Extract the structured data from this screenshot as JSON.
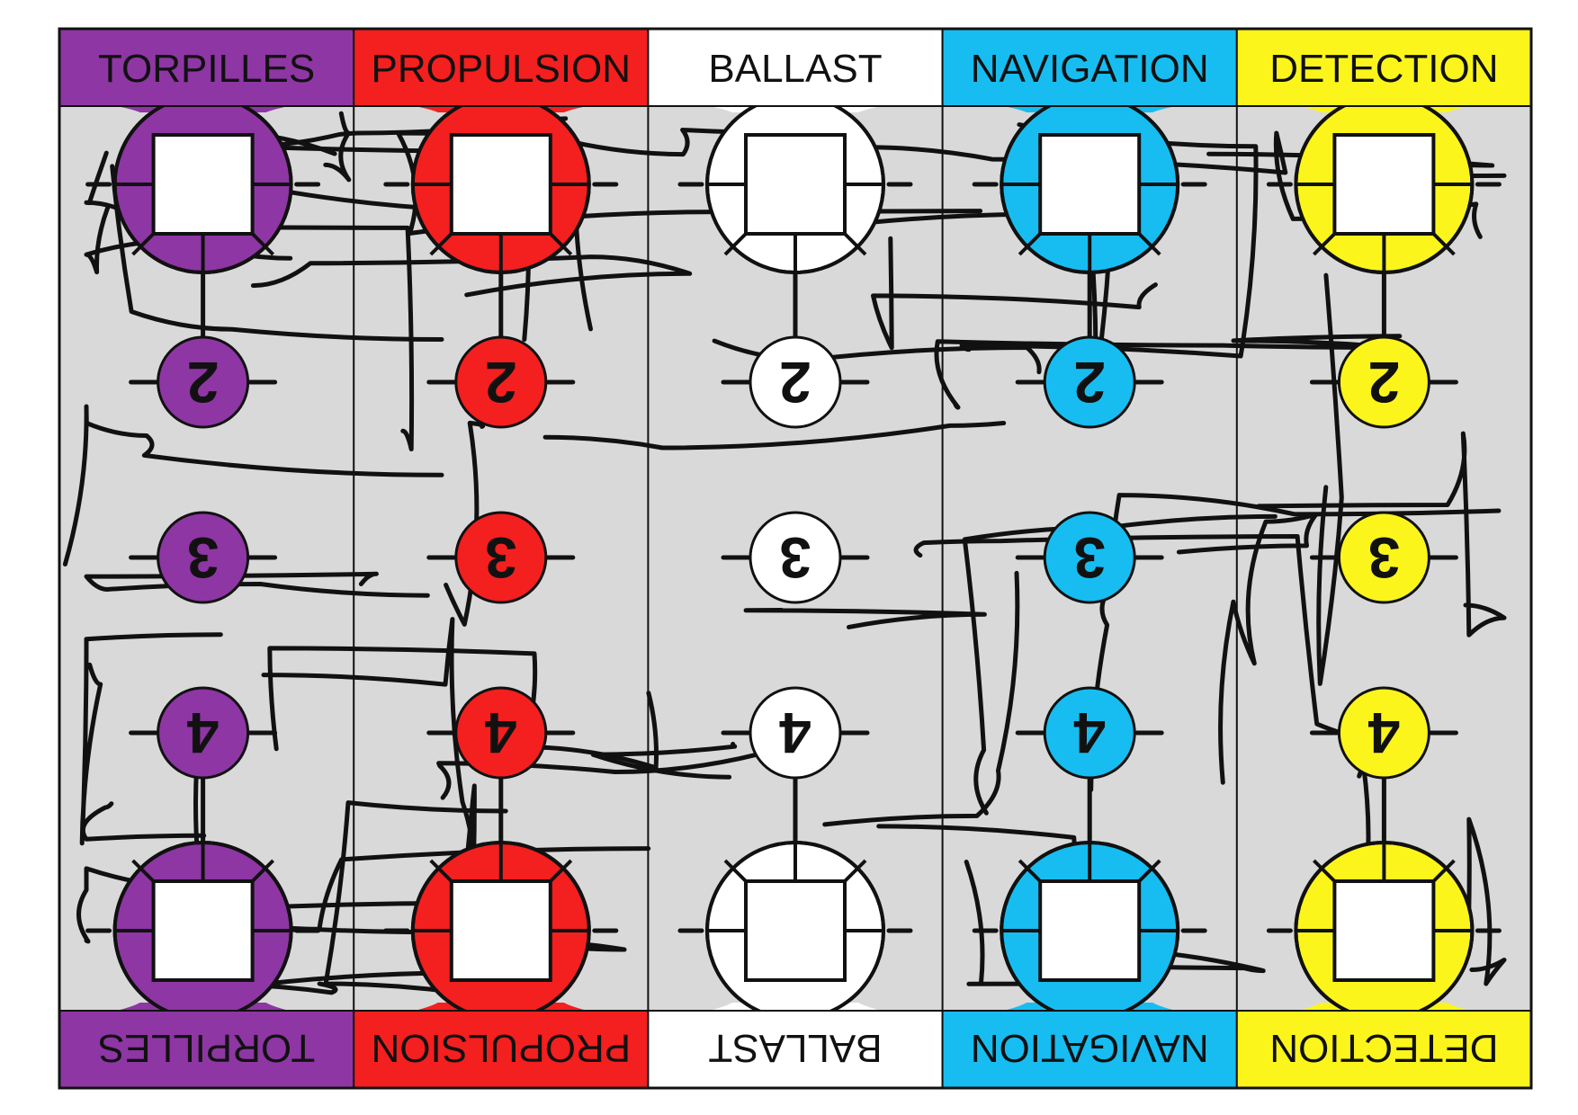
{
  "board": {
    "background": "#d9d9d9",
    "line_color": "#111111",
    "columns": [
      {
        "key": "torpilles",
        "top_label": "TORPILLES",
        "bottom_label": "TORPILLES",
        "color": "#8e36a4",
        "text_color": "#111111"
      },
      {
        "key": "propulsion",
        "top_label": "PROPULSION",
        "bottom_label": "PROPULSION",
        "color": "#f41f1f",
        "text_color": "#111111"
      },
      {
        "key": "ballast",
        "top_label": "BALLAST",
        "bottom_label": "BALLAST",
        "color": "#ffffff",
        "text_color": "#111111"
      },
      {
        "key": "navigation",
        "top_label": "NAVIGATION",
        "bottom_label": "NAVIGATION",
        "color": "#17bdf0",
        "text_color": "#111111"
      },
      {
        "key": "detection",
        "top_label": "DETECTION",
        "bottom_label": "DETECTION",
        "color": "#fbf51c",
        "text_color": "#111111"
      }
    ],
    "node_numbers": [
      "2",
      "3",
      "4"
    ]
  }
}
